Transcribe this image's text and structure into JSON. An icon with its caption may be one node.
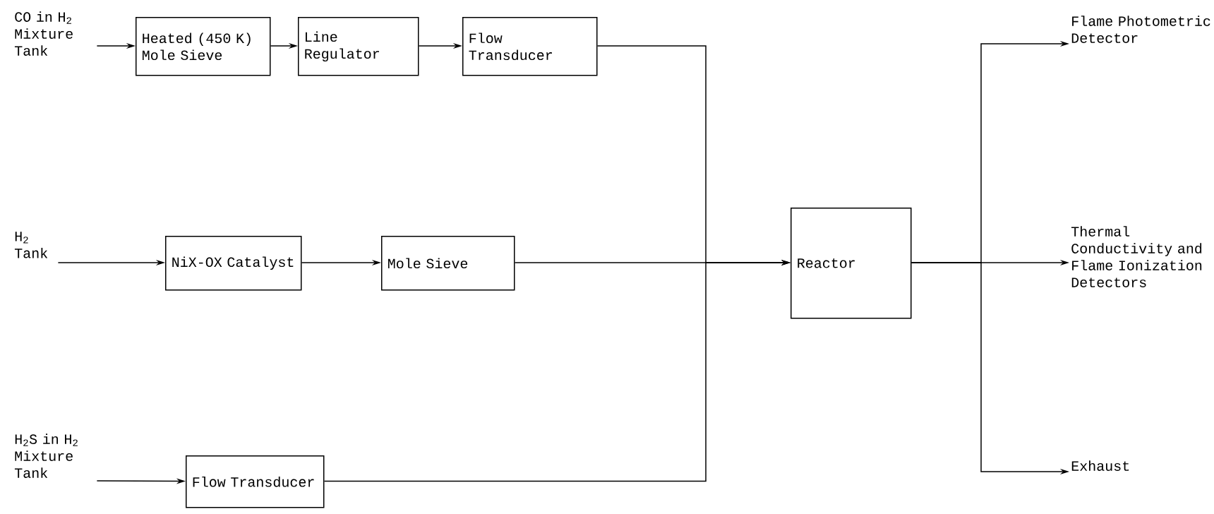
{
  "diagram": {
    "nodes": [
      {
        "text": [
          "CO in H$_{2}$ Mixture Tank"
        ]
      },
      {
        "text": [
          "Heated (450 K) Mole Sieve"
        ]
      },
      {
        "text": [
          "Line Regulator"
        ]
      },
      {
        "text": [
          "Flow Transducer"
        ]
      },
      {
        "text": [
          "H$_{2}$ Tank"
        ]
      },
      {
        "text": [
          "NiX-OX Catalyst"
        ]
      },
      {
        "text": [
          "Mole Sieve"
        ]
      },
      {
        "text": [
          "H$_{2}$S in H$_{2}$ Mixture Tank"
        ]
      },
      {
        "text": [
          "Flow Transducer"
        ]
      },
      {
        "text": [
          "Reactor"
        ]
      },
      {
        "text": [
          "Flame Photometric Detector"
        ]
      },
      {
        "text": [
          "Thermal Conductivity and Flame Ionization Detectors"
        ]
      },
      {
        "text": [
          "Exhaust"
        ]
      }
    ],
    "edges": [
      {
        "from": 0,
        "to": 1,
        "arrow": "to"
      },
      {
        "from": 1,
        "to": 2,
        "arrow": "to"
      },
      {
        "from": 2,
        "to": 3,
        "arrow": "to"
      },
      {
        "from": 3,
        "to": 9,
        "arrow": "to"
      },
      {
        "from": 4,
        "to": 5,
        "arrow": "to"
      },
      {
        "from": 5,
        "to": 6,
        "arrow": "to"
      },
      {
        "from": 6,
        "to": 9,
        "arrow": "to"
      },
      {
        "from": 7,
        "to": 8,
        "arrow": "to"
      },
      {
        "from": 8,
        "to": 9,
        "arrow": "to"
      },
      {
        "from": 9,
        "to": 10,
        "arrow": "to"
      },
      {
        "from": 9,
        "to": 11,
        "arrow": "to"
      },
      {
        "from": 9,
        "to": 12,
        "arrow": "to"
      }
    ]
  }
}
